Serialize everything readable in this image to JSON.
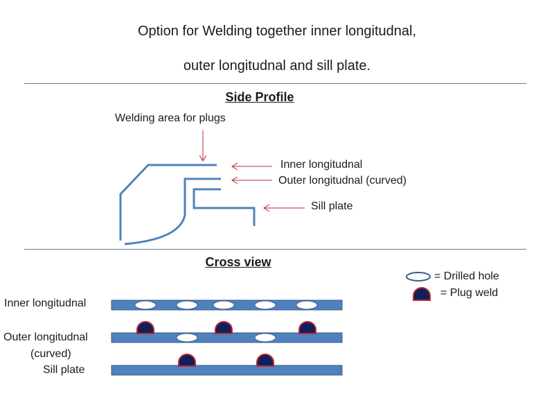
{
  "title": {
    "line1": "Option for Welding together inner longitudnal,",
    "line2": "outer longitudnal and sill plate."
  },
  "side_profile": {
    "heading": "Side Profile",
    "annotation": "Welding area for plugs",
    "labels": [
      "Inner longitudnal",
      "Outer longitudnal (curved)",
      "Sill plate"
    ]
  },
  "cross_view": {
    "heading": "Cross view",
    "row_labels": {
      "inner": "Inner longitudnal",
      "outer_1": "Outer longitudnal",
      "outer_2": "(curved)",
      "sill": "Sill plate"
    },
    "legend": {
      "drilled_hole": "= Drilled hole",
      "plug_weld": "= Plug weld"
    }
  },
  "colors": {
    "plate": "#4f81bd",
    "plate_border": "#385d8a",
    "weld_fill": "#0f1f5c",
    "weld_border": "#c0272d",
    "arrow": "#c0272d",
    "separator": "#5f7f9a"
  }
}
